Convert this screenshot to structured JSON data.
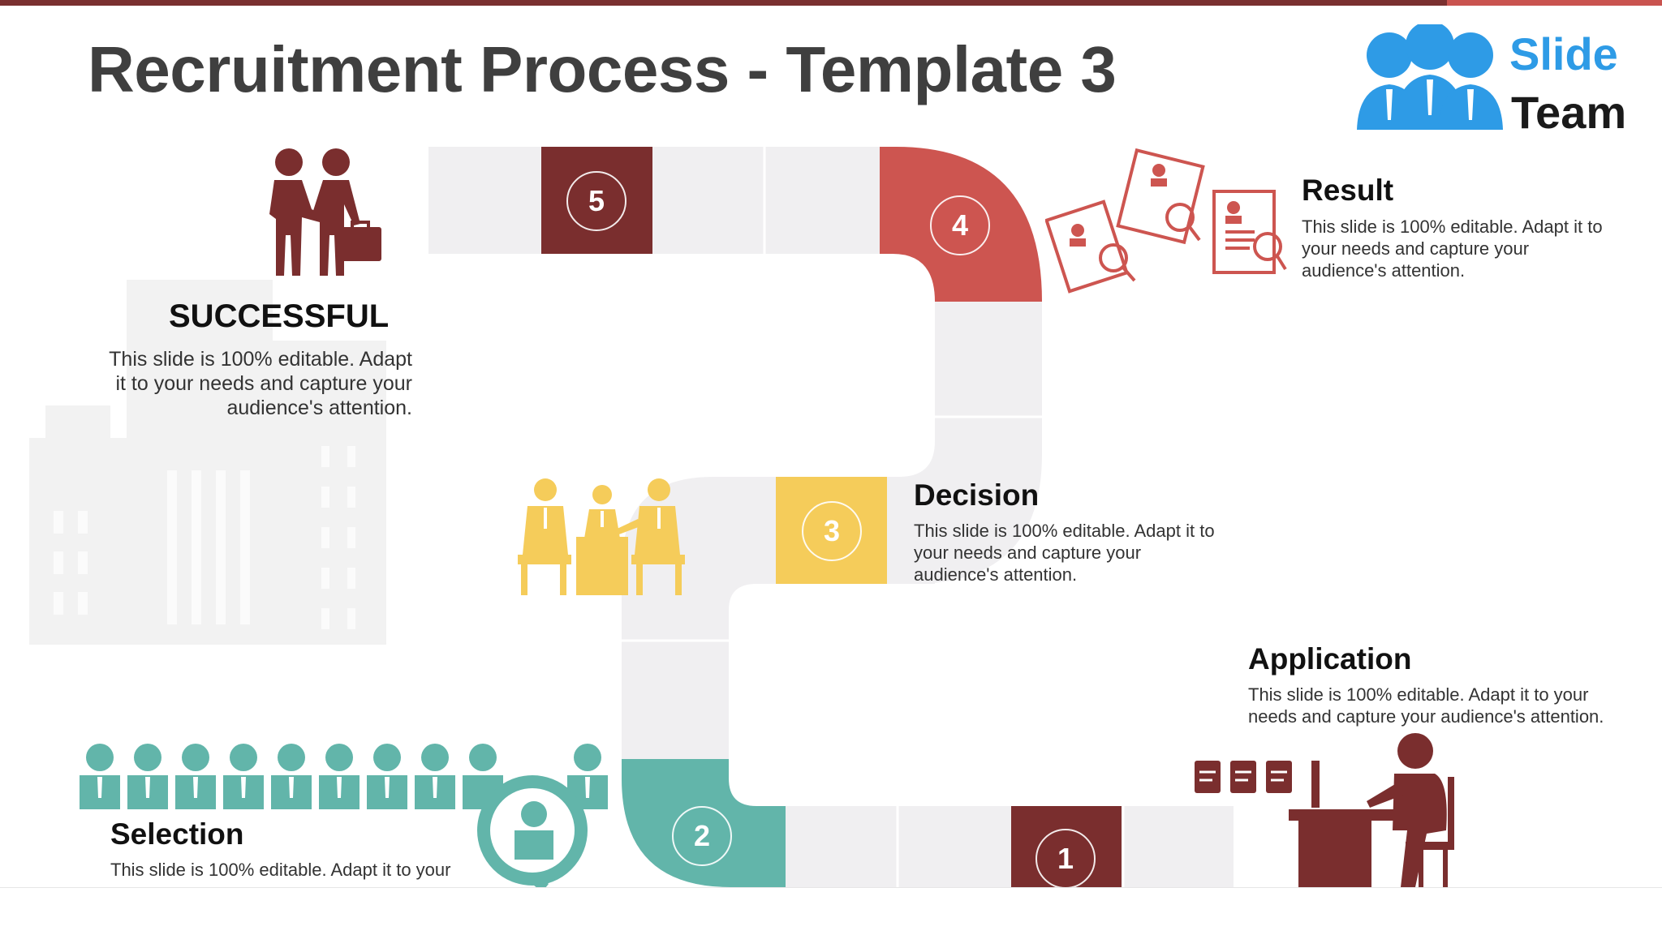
{
  "slide": {
    "title": "Recruitment Process - Template 3",
    "logo": {
      "word1": "Slide",
      "word2": "Team"
    }
  },
  "steps": [
    {
      "number": "1",
      "heading": "Application",
      "text": "This slide is 100% editable. Adapt it to your needs and capture your audience's attention.",
      "color": "#7a2e2e"
    },
    {
      "number": "2",
      "heading": "Selection",
      "text": "This slide is 100% editable. Adapt it to your",
      "color": "#62b5aa"
    },
    {
      "number": "3",
      "heading": "Decision",
      "text": "This slide is 100% editable. Adapt it to your needs and capture your audience's attention.",
      "color": "#f5cc5a"
    },
    {
      "number": "4",
      "heading": "Result",
      "text": "This slide is 100% editable. Adapt it to your needs and capture your audience's attention.",
      "color": "#cd5550"
    },
    {
      "number": "5",
      "heading": "SUCCESSFUL",
      "text": "This slide is 100% editable. Adapt it to your needs and capture your audience's attention.",
      "color": "#7a2e2e"
    }
  ],
  "colors": {
    "track": "#f0eff1",
    "title": "#3f3f3f",
    "logo_blue": "#2e9be6"
  },
  "icons": [
    "handshake-icon",
    "resumes-search-icon",
    "meeting-icon",
    "candidates-search-icon",
    "office-worker-icon",
    "building-silhouette"
  ]
}
